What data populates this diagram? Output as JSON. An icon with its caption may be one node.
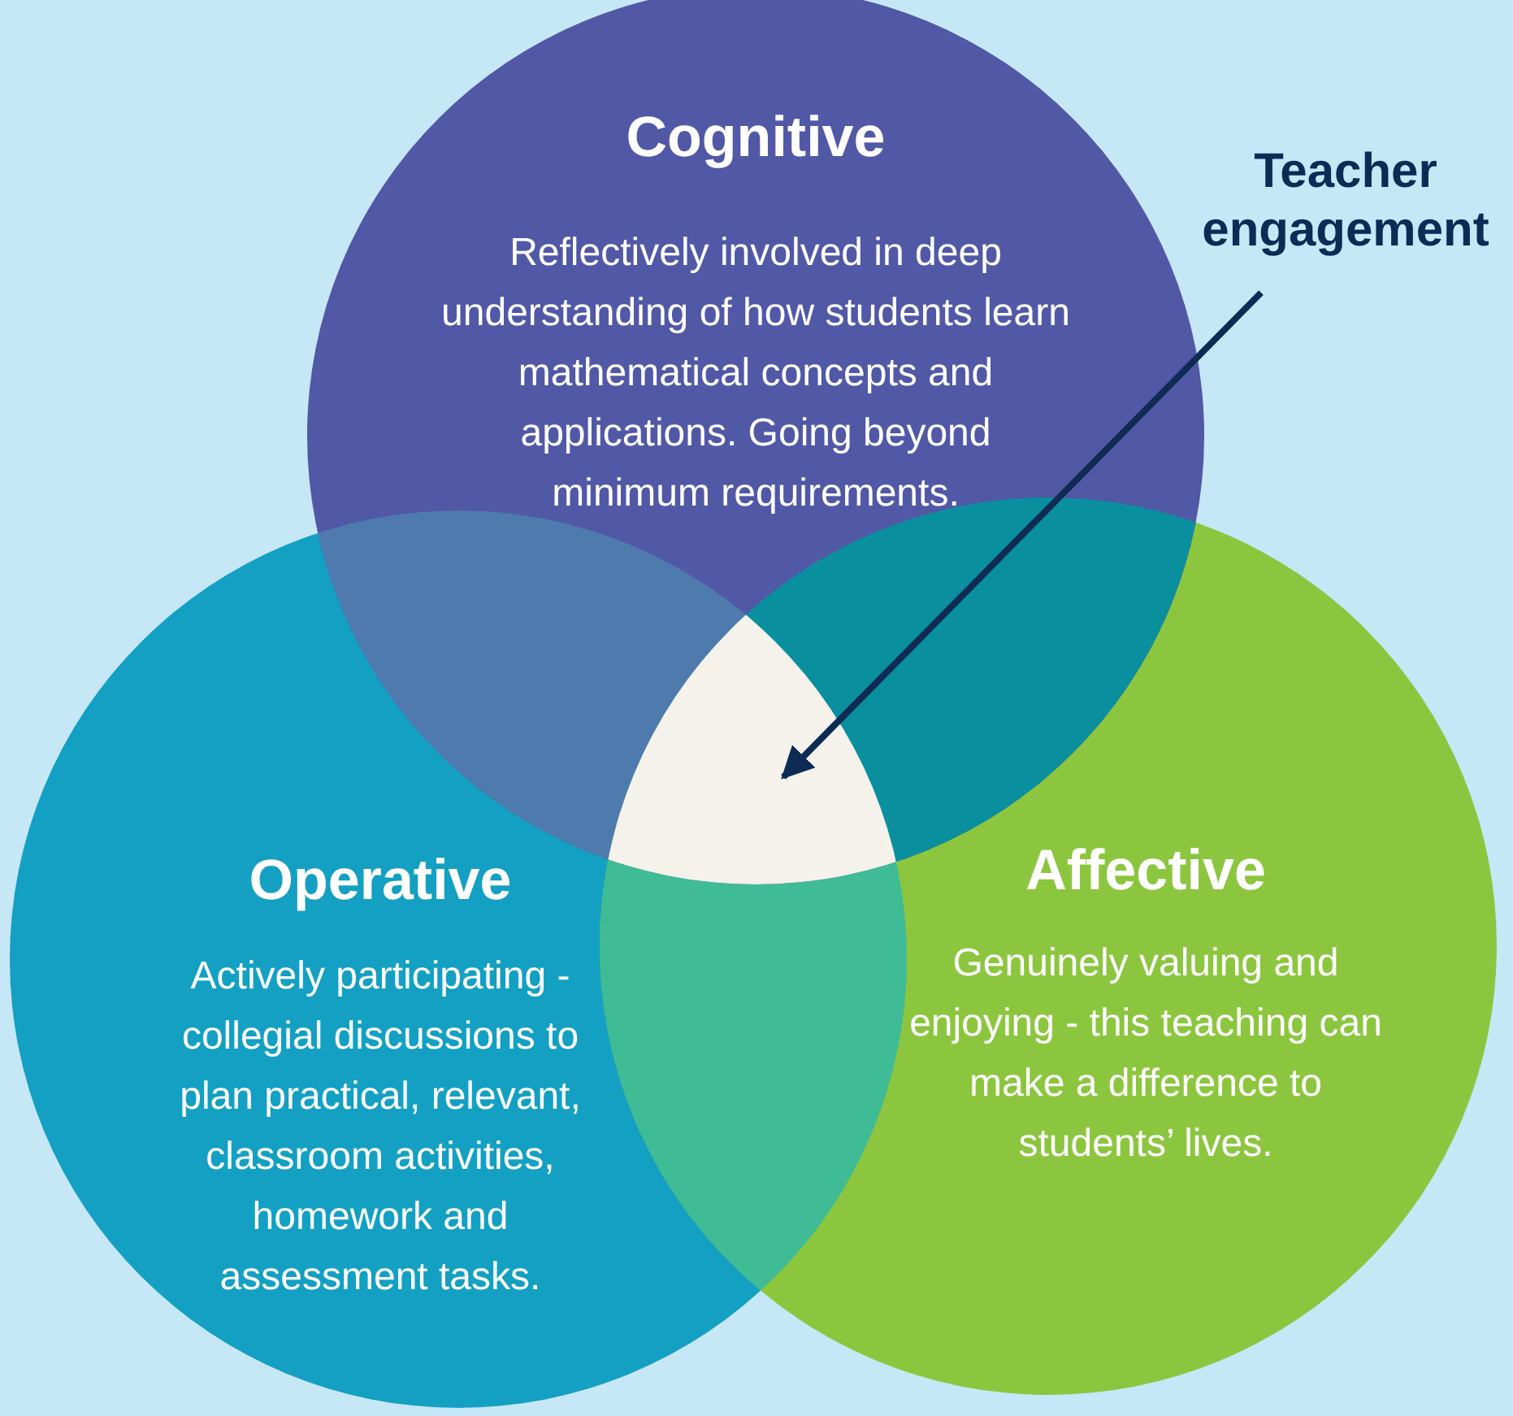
{
  "diagram": {
    "nodes": [
      {
        "text": [
          "Cognitive",
          "Reflectively involved in deep understanding of how students learn mathematical concepts and applications. Going beyond minimum requirements."
        ]
      },
      {
        "text": [
          "Teacher engagement"
        ]
      },
      {
        "text": [],
        "shape": "triangle"
      },
      {
        "text": [
          "Operative",
          "Actively participating - collegial discussions to plan practical, relevant, classroom activities, homework and assessment tasks."
        ]
      },
      {
        "text": [
          "Affective",
          "Genuinely valuing and enjoying - this teaching can make a difference to students’ lives."
        ]
      }
    ],
    "edges": [
      {
        "from": 1,
        "to": 2,
        "arrow": "to"
      }
    ]
  }
}
